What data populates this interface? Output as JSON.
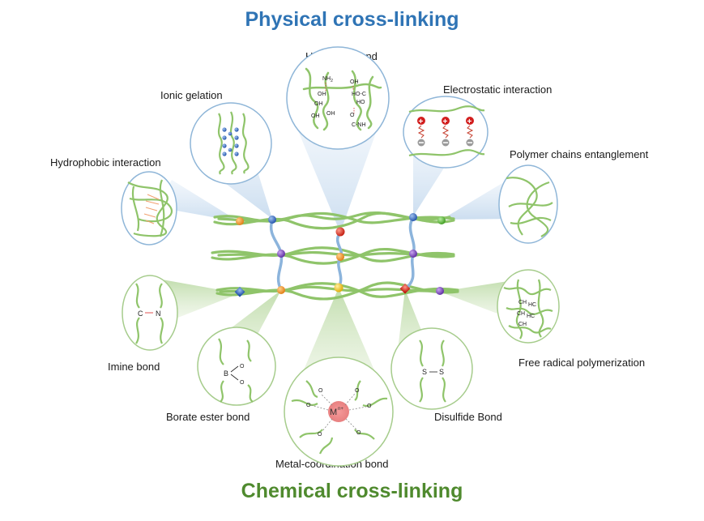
{
  "titles": {
    "physical": "Physical cross-linking",
    "chemical": "Chemical cross-linking"
  },
  "physical_types": {
    "hydrogen": "Hydrogen bond",
    "ionic": "Ionic gelation",
    "electrostatic": "Electrostatic interaction",
    "hydrophobic": "Hydrophobic interaction",
    "entanglement": "Polymer chains entanglement"
  },
  "chemical_types": {
    "imine": "Imine bond",
    "borate": "Borate ester bond",
    "metal": "Metal-coordination bond",
    "disulfide": "Disulfide Bond",
    "radical": "Free radical polymerization"
  },
  "insets": {
    "hydrogen": {
      "nh2": "NH",
      "oh": "OH",
      "ho": "HO",
      "c": "C",
      "o": "O",
      "nh": "NH"
    },
    "imine": {
      "c": "C",
      "n": "N"
    },
    "borate": {
      "b": "B",
      "o": "O"
    },
    "metal": {
      "ion": "M",
      "charge": "n+",
      "o": "O"
    },
    "disulfide": {
      "s": "S"
    },
    "radical": {
      "ch": "CH",
      "hc": "HC"
    }
  },
  "colors": {
    "physical": "#2f74b5",
    "chemical": "#4f8a2e",
    "chain": "#8fc46a",
    "link": "#8cb4dc"
  }
}
